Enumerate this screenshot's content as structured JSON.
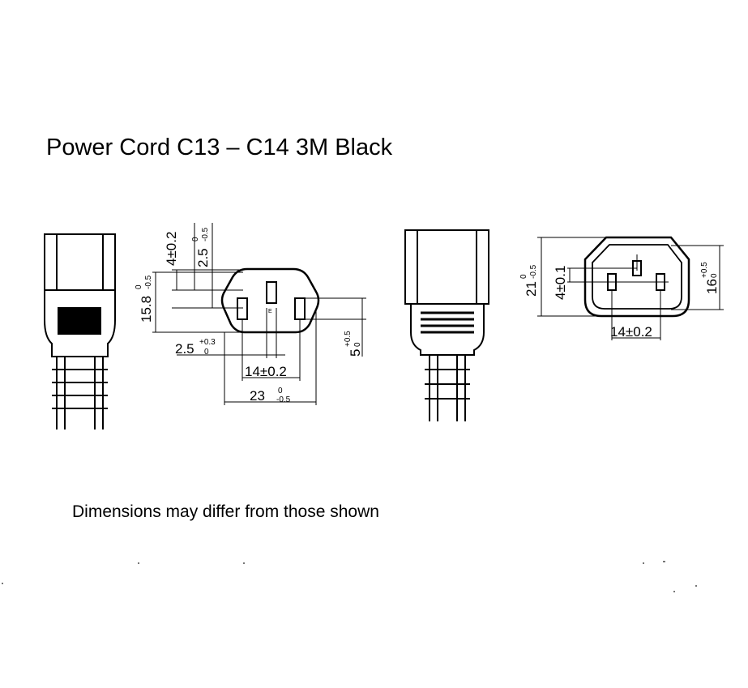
{
  "title": "Power Cord C13 – C14 3M Black",
  "note": "Dimensions may differ from those shown",
  "c13_dims": {
    "top_offset": {
      "main": "4±0.2"
    },
    "earth_offset": {
      "main": "2.5",
      "sup": "0",
      "sub": "-0.5"
    },
    "height": {
      "main": "15.8",
      "sup": "0",
      "sub": "-0.5"
    },
    "pin_offset": {
      "main": "2.5",
      "sup": "+0.3",
      "sub": "0"
    },
    "pin_spacing": {
      "main": "14±0.2"
    },
    "width": {
      "main": "23",
      "sup": "0",
      "sub": "-0.5"
    },
    "pin_depth": {
      "main": "5",
      "sup": "+0.5",
      "sub": "0"
    }
  },
  "c14_dims": {
    "height": {
      "main": "21",
      "sup": "0",
      "sub": "-0.5"
    },
    "earth_offset": {
      "main": "4±0.1"
    },
    "pin_spacing": {
      "main": "14±0.2"
    },
    "inner_height": {
      "main": "16",
      "sup": "+0.5",
      "sub": "0"
    }
  },
  "earth_mark": "E"
}
